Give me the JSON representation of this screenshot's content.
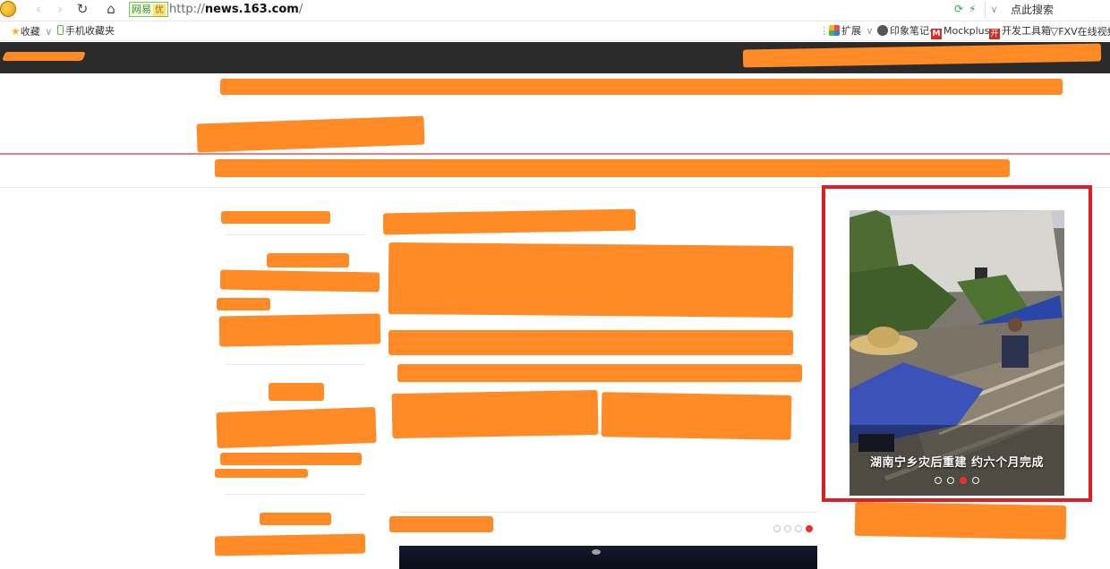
{
  "browser": {
    "url_scheme": "http://",
    "url_host": "news.163.com",
    "url_path": "/",
    "site_badge": "网易",
    "site_badge_sub": "优",
    "search_hint": "点此搜索",
    "nav": {
      "back": "‹",
      "forward": "›",
      "reload": "↻",
      "home": "⌂"
    },
    "addr_refresh_icon": "⟳",
    "addr_bolt_icon": "⚡",
    "addr_dropdown": "∨"
  },
  "bookmarks": {
    "favorites": "收藏",
    "favorites_arrow": "∨",
    "mobile_favorites": "手机收藏夹",
    "extensions": "扩展",
    "extensions_arrow": "∨",
    "evernote": "印象笔记·",
    "mockplus": "Mockplus",
    "devtools": "开发工具箱",
    "fxv": "FXV在线视频"
  },
  "slider": {
    "caption": "湖南宁乡灾后重建 约六个月完成",
    "dot_count": 4,
    "active_dot": 2
  },
  "lower_dots": {
    "count": 4,
    "active": 3
  },
  "colors": {
    "highlight_border": "#e11c23",
    "redaction": "#ff8a26",
    "top_nav": "#2b2b2b",
    "accent_red": "#e6322b"
  },
  "icons": [
    "favorites-star-icon",
    "mobile-icon",
    "extensions-grid-icon",
    "evernote-icon",
    "mockplus-icon",
    "devtools-icon",
    "fxv-icon"
  ]
}
